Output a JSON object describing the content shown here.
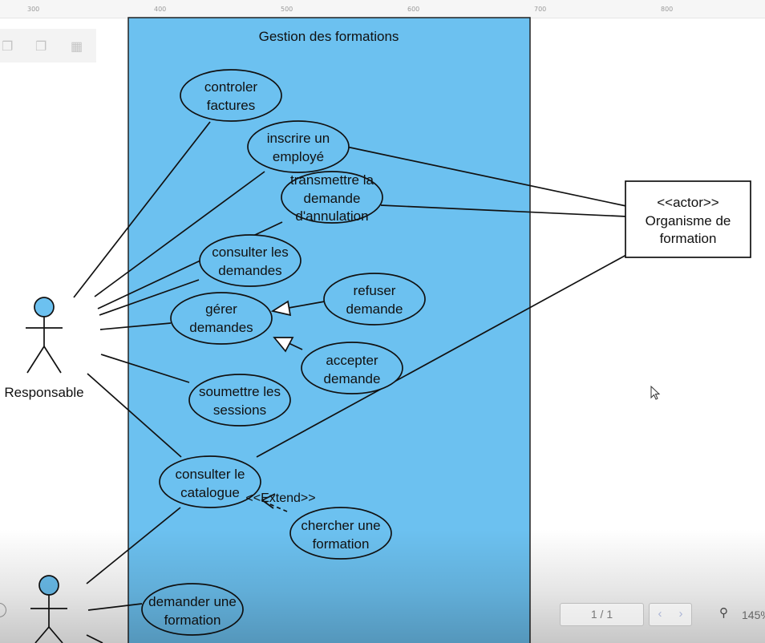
{
  "ruler": {
    "labels": [
      "300",
      "400",
      "500",
      "600",
      "700",
      "800"
    ]
  },
  "toolbar": {
    "icons": [
      "copy-icon",
      "paste-icon",
      "duplicate-icon"
    ]
  },
  "diagram": {
    "system_title": "Gestion des formations",
    "system_fill": "#6cc1f0",
    "use_case_fill": "#6cc1f0",
    "use_cases": {
      "controler_factures": [
        "controler",
        "factures"
      ],
      "inscrire_employe": [
        "inscrire un",
        "employé"
      ],
      "transmettre_annulation": [
        "transmettre la",
        "demande",
        "d'annulation"
      ],
      "consulter_demandes": [
        "consulter les",
        "demandes"
      ],
      "gerer_demandes": [
        "gérer",
        "demandes"
      ],
      "refuser_demande": [
        "refuser",
        "demande"
      ],
      "accepter_demande": [
        "accepter",
        "demande"
      ],
      "soumettre_sessions": [
        "soumettre les",
        "sessions"
      ],
      "consulter_catalogue": [
        "consulter le",
        "catalogue"
      ],
      "chercher_formation": [
        "chercher une",
        "formation"
      ],
      "demander_formation": [
        "demander une",
        "formation"
      ]
    },
    "extend_label": "<<Extend>>",
    "actors": {
      "responsable": "Responsable",
      "organisme_stereotype": "<<actor>>",
      "organisme_name": [
        "Organisme de",
        "formation"
      ]
    }
  },
  "viewer": {
    "page_indicator": "1 / 1",
    "prev_icon": "chevron-left-icon",
    "next_icon": "chevron-right-icon",
    "zoom_icon": "magnifier-icon",
    "zoom_level": "145%"
  }
}
